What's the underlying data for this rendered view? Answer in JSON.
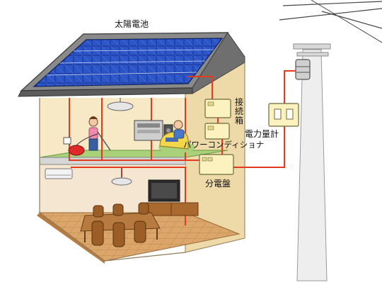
{
  "labels": {
    "solar_panel": "太陽電池",
    "junction_box": "接続箱",
    "power_conditioner": "パワーコンディショナ",
    "meter": "電力量計",
    "distribution_board": "分電盤"
  },
  "colors": {
    "wire": "#e43a1d",
    "panel": "#1f3fa6",
    "roof": "#8a8a8a",
    "wall_upper": "#f8e9c6",
    "floor_lower": "#dcae74",
    "equipment": "#fbf2c0"
  },
  "icons": [
    "solar-panel-icon",
    "junction-box-icon",
    "power-conditioner-icon",
    "distribution-board-icon",
    "meter-icon",
    "utility-pole-icon",
    "transformer-icon"
  ]
}
